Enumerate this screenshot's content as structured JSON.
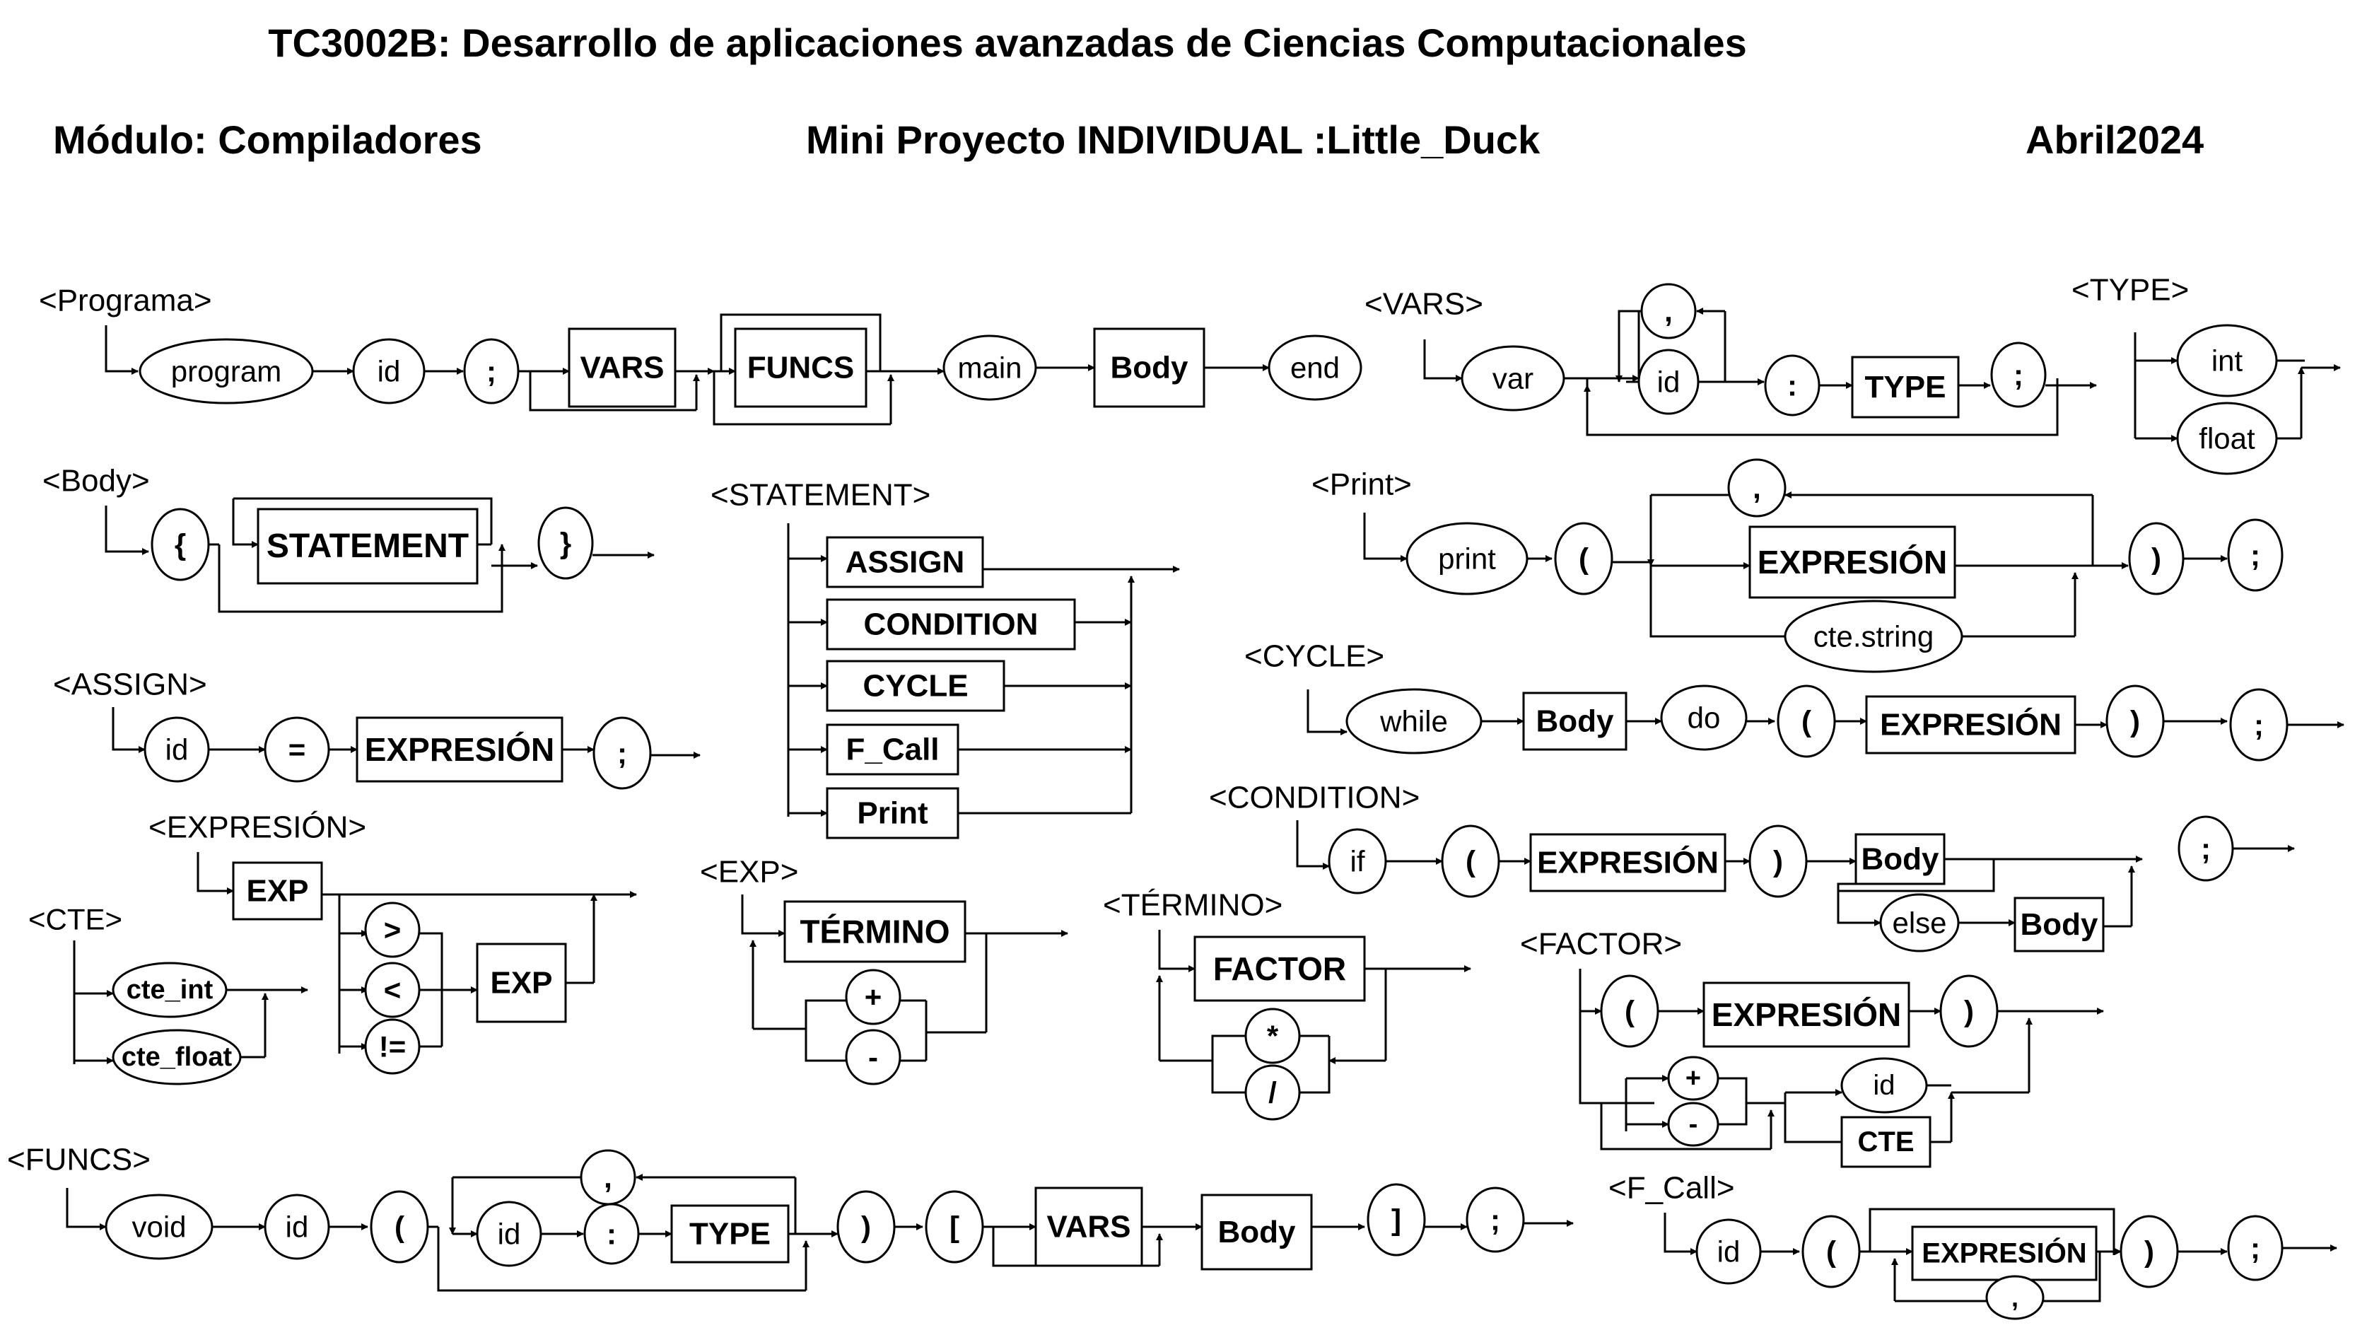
{
  "header": {
    "title": "TC3002B: Desarrollo de aplicaciones avanzadas de Ciencias Computacionales",
    "module": "Módulo: Compiladores",
    "project": "Mini Proyecto INDIVIDUAL :Little_Duck",
    "date": "Abril2024"
  },
  "rules": {
    "programa": {
      "name": "<Programa>",
      "program": "program",
      "id": "id",
      "semicolon": ";",
      "vars": "VARS",
      "funcs": "FUNCS",
      "main": "main",
      "body": "Body",
      "end": "end"
    },
    "vars": {
      "name": "<VARS>",
      "var": "var",
      "comma": ",",
      "id": "id",
      "colon": ":",
      "type": "TYPE",
      "semicolon": ";"
    },
    "type": {
      "name": "<TYPE>",
      "int": "int",
      "float": "float"
    },
    "body": {
      "name": "<Body>",
      "lbrace": "{",
      "statement": "STATEMENT",
      "rbrace": "}"
    },
    "statement": {
      "name": "<STATEMENT>",
      "assign": "ASSIGN",
      "condition": "CONDITION",
      "cycle": "CYCLE",
      "f_call": "F_Call",
      "print": "Print"
    },
    "print": {
      "name": "<Print>",
      "print": "print",
      "lparen": "(",
      "comma": ",",
      "expresion": "EXPRESIÓN",
      "cte_string": "cte.string",
      "rparen": ")",
      "semicolon": ";"
    },
    "assign": {
      "name": "<ASSIGN>",
      "id": "id",
      "equals": "=",
      "expresion": "EXPRESIÓN",
      "semicolon": ";"
    },
    "cycle": {
      "name": "<CYCLE>",
      "while": "while",
      "body": "Body",
      "do": "do",
      "lparen": "(",
      "expresion": "EXPRESIÓN",
      "rparen": ")",
      "semicolon": ";"
    },
    "expresion": {
      "name": "<EXPRESIÓN>",
      "exp": "EXP",
      "gt": ">",
      "lt": "<",
      "neq": "!=",
      "exp2": "EXP"
    },
    "cte": {
      "name": "<CTE>",
      "cte_int": "cte_int",
      "cte_float": "cte_float"
    },
    "exp": {
      "name": "<EXP>",
      "termino": "TÉRMINO",
      "plus": "+",
      "minus": "-"
    },
    "termino": {
      "name": "<TÉRMINO>",
      "factor": "FACTOR",
      "mult": "*",
      "div": "/"
    },
    "condition": {
      "name": "<CONDITION>",
      "if": "if",
      "lparen": "(",
      "expresion": "EXPRESIÓN",
      "rparen": ")",
      "body": "Body",
      "else": "else",
      "body2": "Body",
      "semicolon": ";"
    },
    "factor": {
      "name": "<FACTOR>",
      "lparen": "(",
      "expresion": "EXPRESIÓN",
      "rparen": ")",
      "plus": "+",
      "minus": "-",
      "id": "id",
      "cte": "CTE"
    },
    "funcs": {
      "name": "<FUNCS>",
      "void": "void",
      "id": "id",
      "lparen": "(",
      "comma": ",",
      "id2": "id",
      "colon": ":",
      "type": "TYPE",
      "rparen": ")",
      "lbracket": "[",
      "vars": "VARS",
      "body": "Body",
      "rbracket": "]",
      "semicolon": ";"
    },
    "f_call": {
      "name": "<F_Call>",
      "id": "id",
      "lparen": "(",
      "expresion": "EXPRESIÓN",
      "comma": ",",
      "rparen": ")",
      "semicolon": ";"
    }
  }
}
